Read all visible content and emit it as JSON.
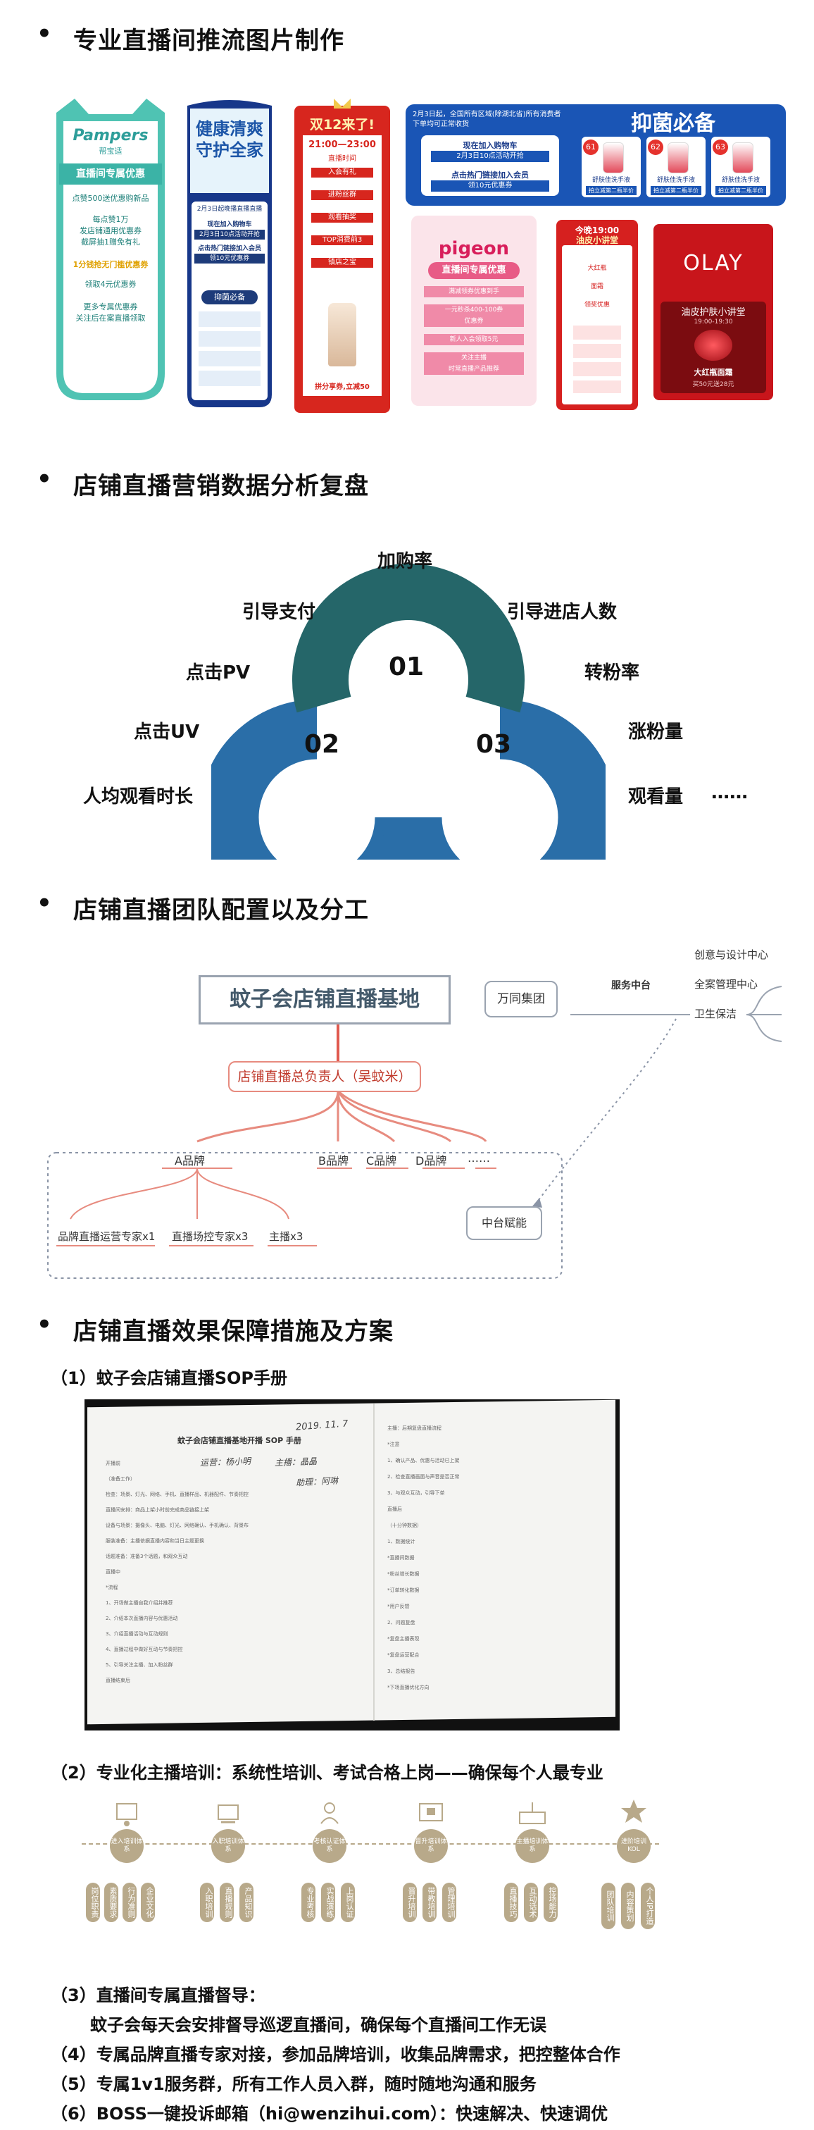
{
  "section1": {
    "title": "专业直播间推流图片制作",
    "posters": {
      "pampers": {
        "brand": "Pampers",
        "brand_cn": "帮宝适",
        "banner": "直播间专属优惠",
        "lines": [
          "点赞500送优惠购新品",
          "每点赞1万",
          "发店铺通用优惠券",
          "截屏抽1赠免有礼",
          "1分钱抢无门槛优惠券",
          "领取4元优惠券",
          "更多专属优惠券",
          "关注后在案直播领取"
        ]
      },
      "jiankang": {
        "title_l1": "健康清爽",
        "title_l2": "守护全家",
        "lines": [
          "2月3日起晚播直播直播",
          "现在加入购物车",
          "2月3日10点活动开抢",
          "点击热门链接加入会员",
          "领10元优惠券"
        ],
        "section": "抑菌必备"
      },
      "double12": {
        "title": "双12来了!",
        "time": "21:00—23:00",
        "time_label": "直播时间",
        "lines": [
          "入会有礼",
          "进粉丝群",
          "观看抽奖",
          "TOP消费前3",
          "镇店之宝"
        ],
        "bottom": "拼分享券,立减50"
      },
      "yijun": {
        "title": "抑菌必备",
        "notice": "2月3日起，全国所有区域(除湖北省)所有消费者下单均可正常收货",
        "cart": "现在加入购物车",
        "cart_time": "2月3日10点活动开抢",
        "member": "点击热门链接加入会员",
        "coupon": "领10元优惠券",
        "items": [
          {
            "num": "61",
            "name": "舒肤佳洗手液",
            "promo": "拍立减第二瓶半价"
          },
          {
            "num": "62",
            "name": "舒肤佳洗手液",
            "promo": "拍立减第二瓶半价"
          },
          {
            "num": "63",
            "name": "舒肤佳洗手液",
            "promo": "拍立减第二瓶半价"
          }
        ]
      },
      "pigeon": {
        "brand": "pigeon",
        "banner": "直播间专属优惠",
        "lines": [
          "满减领券优惠到手",
          "一元秒杀400-100券",
          "优惠券",
          "新人入会领取5元",
          "关注主播",
          "时常直播产品推荐"
        ]
      },
      "yuxiao": {
        "title": "今晚19:00",
        "subtitle": "油皮小讲堂",
        "lines": [
          "大红瓶",
          "面霜",
          "领奖优惠"
        ]
      },
      "olay": {
        "brand": "OLAY",
        "title": "油皮护肤小讲堂",
        "time": "19:00-19:30",
        "product": "大红瓶面霜",
        "coupon": "买50元送28元"
      }
    }
  },
  "section2": {
    "title": "店铺直播营销数据分析复盘",
    "center_labels": [
      "01",
      "02",
      "03"
    ],
    "labels": {
      "top": "加购率",
      "left_1": "引导支付",
      "left_2": "点击PV",
      "left_3": "点击UV",
      "left_4": "人均观看时长",
      "right_1": "引导进店人数",
      "right_2": "转粉率",
      "right_3": "涨粉量",
      "right_4": "观看量",
      "right_5": "……"
    },
    "colors": {
      "ring_top": "#256669",
      "ring_side": "#2a6ea8"
    }
  },
  "section3": {
    "title": "店铺直播团队配置以及分工",
    "main_node": "蚊子会店铺直播基地",
    "owner_node": "店铺直播总负责人（吴蚊米）",
    "group_node": "万同集团",
    "service_node": "服务中台",
    "service_items": [
      "创意与设计中心",
      "全案管理中心",
      "卫生保洁"
    ],
    "brands": [
      "A品牌",
      "B品牌",
      "C品牌",
      "D品牌",
      "……"
    ],
    "roles": [
      "品牌直播运营专家x1",
      "直播场控专家x3",
      "主播x3"
    ],
    "empower_node": "中台赋能"
  },
  "section4": {
    "title": "店铺直播效果保障措施及方案",
    "item1": "（1）蚊子会店铺直播SOP手册",
    "doc": {
      "title": "蚊子会店铺直播基地开播 SOP 手册",
      "handwriting_date": "2019. 11. 7",
      "handwriting_1": "运营：杨小明",
      "handwriting_2": "主播：晶晶",
      "handwriting_3": "助理：阿琳",
      "left_lines": [
        "开播前",
        "（准备工作）",
        "检查：场景、灯光、网络、手机、直播样品、机器配件、节奏把控",
        "直播间安排：商品上架小时前完成商品链接上架",
        "设备与场景：摄像头、电脑、灯光、网络确认、手机确认、背景布",
        "服装准备：主播依据直播内容和当日主题更换",
        "话题准备：准备3个话题，和观众互动",
        "直播中",
        "*流程",
        "1、开场做主播自我介绍并推荐",
        "2、介绍本次直播内容与优惠活动",
        "3、介绍直播活动与互动规则",
        "4、直播过程中做好互动与节奏把控",
        "5、引导关注主播、加入粉丝群",
        "直播结束后"
      ],
      "right_lines": [
        "主播：后期复盘直播流程",
        "*注意",
        "1、确认产品、优惠与活动已上架",
        "2、检查直播画面与声音是否正常",
        "3、与观众互动，引导下单",
        "直播后",
        "（十分钟数据）",
        "1、数据统计",
        "*直播间数据",
        "*粉丝增长数据",
        "*订单转化数据",
        "*用户反馈",
        "2、问题复盘",
        "*复盘主播表现",
        "*复盘运营配合",
        "3、总结报告",
        "*下场直播优化方向"
      ]
    },
    "item2": "（2）专业化主播培训：系统性培训、考试合格上岗——确保每个人最专业",
    "stages": [
      {
        "name": "进入培训体系",
        "steps": [
          "岗位职责",
          "素质要求",
          "行为准则",
          "企业文化"
        ]
      },
      {
        "name": "入职培训体系",
        "steps": [
          "入职培训",
          "直播规则",
          "产品知识"
        ]
      },
      {
        "name": "考核认证体系",
        "steps": [
          "专业考核",
          "实战演练",
          "上岗认证"
        ]
      },
      {
        "name": "晋升培训体系",
        "steps": [
          "晋升培训",
          "带教培训",
          "管理培训"
        ]
      },
      {
        "name": "主播培训体系",
        "steps": [
          "直播技巧",
          "互动话术",
          "控场能力"
        ]
      },
      {
        "name": "进阶培训KOL",
        "steps": [
          "团队培训",
          "内容策划",
          "个人IP打造"
        ]
      }
    ],
    "item3_title": "（3）直播间专属直播督导：",
    "item3_body": "蚊子会每天会安排督导巡逻直播间，确保每个直播间工作无误",
    "item4": "（4）专属品牌直播专家对接，参加品牌培训，收集品牌需求，把控整体合作",
    "item5": "（5）专属1v1服务群，所有工作人员入群，随时随地沟通和服务",
    "item6": "（6）BOSS一键投诉邮箱（hi@wenzihui.com）：快速解决、快速调优"
  }
}
